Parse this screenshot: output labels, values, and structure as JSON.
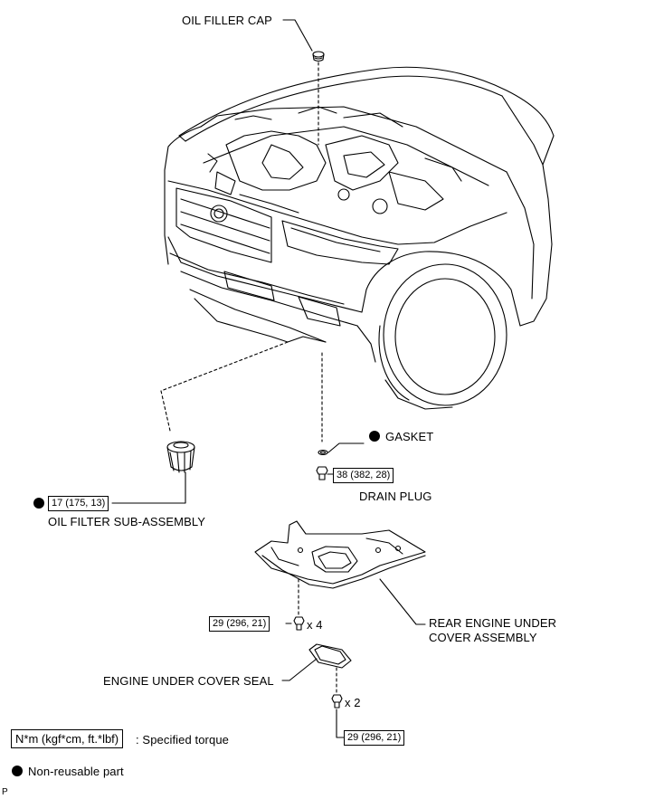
{
  "labels": {
    "oil_filler_cap": "OIL FILLER CAP",
    "gasket": "GASKET",
    "drain_plug": "DRAIN PLUG",
    "oil_filter": "OIL FILTER SUB-ASSEMBLY",
    "rear_cover_line1": "REAR ENGINE UNDER",
    "rear_cover_line2": "COVER ASSEMBLY",
    "engine_seal": "ENGINE UNDER COVER SEAL",
    "qty_4": "x 4",
    "qty_2": "x 2",
    "page_mark": "P"
  },
  "torques": {
    "drain_plug": "38 (382, 28)",
    "oil_filter": "17 (175, 13)",
    "rear_cover_bolt": "29 (296, 21)",
    "seal_bolt": "29 (296, 21)"
  },
  "legend": {
    "torque_box": "N*m (kgf*cm, ft.*lbf)",
    "torque_text": ": Specified torque",
    "nonreusable_text": "Non-reusable part"
  }
}
